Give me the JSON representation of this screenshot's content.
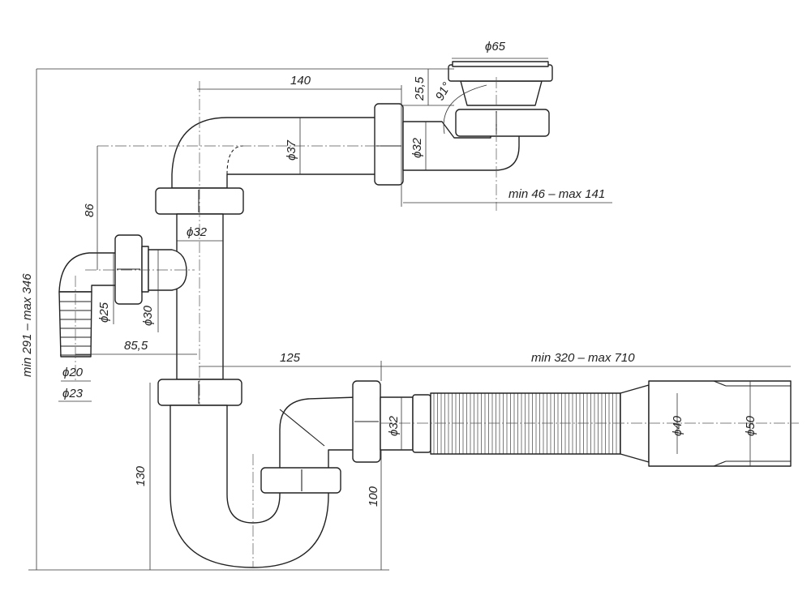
{
  "drawing": {
    "title": "Sink siphon with flexible hose - dimension drawing",
    "dimensions": {
      "overall_height": "min 291 – max 346",
      "top_flange_dia": "ϕ65",
      "top_pipe_length": "140",
      "flange_height": "25,5",
      "angle": "91°",
      "top_pipe_dia": "ϕ37",
      "outlet_pipe_dia": "ϕ32",
      "outlet_offset": "min 46 – max 141",
      "side_inlet_height": "86",
      "vertical_pipe_dia": "ϕ32",
      "side_inner_dia": "ϕ25",
      "side_thread_dia": "ϕ30",
      "side_offset": "85,5",
      "hose_inner_dia": "ϕ20",
      "hose_outer_dia": "ϕ23",
      "trap_offset": "125",
      "hose_length": "min 320 – max 710",
      "trap_outlet_dia": "ϕ32",
      "hose_mid_dia": "ϕ40",
      "hose_end_dia": "ϕ50",
      "trap_height": "130",
      "outlet_height": "100"
    }
  }
}
